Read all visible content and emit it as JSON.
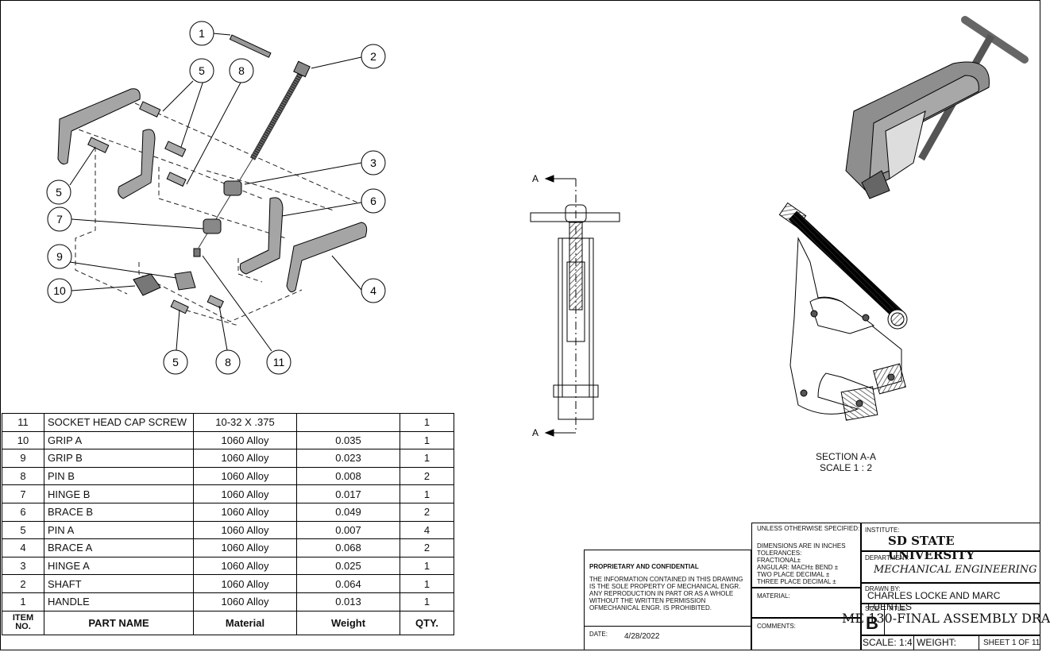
{
  "bom": {
    "rows": [
      {
        "item": "11",
        "name": "SOCKET HEAD CAP SCREW",
        "material": "10-32 X .375",
        "weight": "",
        "qty": "1"
      },
      {
        "item": "10",
        "name": "GRIP A",
        "material": "1060 Alloy",
        "weight": "0.035",
        "qty": "1"
      },
      {
        "item": "9",
        "name": "GRIP B",
        "material": "1060 Alloy",
        "weight": "0.023",
        "qty": "1"
      },
      {
        "item": "8",
        "name": "PIN B",
        "material": "1060 Alloy",
        "weight": "0.008",
        "qty": "2"
      },
      {
        "item": "7",
        "name": "HINGE B",
        "material": "1060 Alloy",
        "weight": "0.017",
        "qty": "1"
      },
      {
        "item": "6",
        "name": "BRACE B",
        "material": "1060 Alloy",
        "weight": "0.049",
        "qty": "2"
      },
      {
        "item": "5",
        "name": "PIN A",
        "material": "1060 Alloy",
        "weight": "0.007",
        "qty": "4"
      },
      {
        "item": "4",
        "name": "BRACE A",
        "material": "1060 Alloy",
        "weight": "0.068",
        "qty": "2"
      },
      {
        "item": "3",
        "name": "HINGE A",
        "material": "1060 Alloy",
        "weight": "0.025",
        "qty": "1"
      },
      {
        "item": "2",
        "name": "SHAFT",
        "material": "1060 Alloy",
        "weight": "0.064",
        "qty": "1"
      },
      {
        "item": "1",
        "name": "HANDLE",
        "material": "1060 Alloy",
        "weight": "0.013",
        "qty": "1"
      }
    ],
    "header": {
      "item": "ITEM NO.",
      "name": "PART NAME",
      "material": "Material",
      "weight": "Weight",
      "qty": "QTY."
    }
  },
  "balloons": [
    "1",
    "2",
    "3",
    "4",
    "5",
    "5",
    "5",
    "6",
    "7",
    "8",
    "8",
    "9",
    "10",
    "11"
  ],
  "section": {
    "label": "SECTION A-A",
    "scale": "SCALE 1 : 2",
    "cut_letter": "A"
  },
  "title_block": {
    "proprietary_title": "PROPRIETARY AND CONFIDENTIAL",
    "proprietary_text": "THE INFORMATION CONTAINED IN THIS DRAWING IS THE SOLE PROPERTY OF MECHANICAL ENGR. ANY REPRODUCTION IN PART OR AS A WHOLE WITHOUT THE WRITTEN PERMISSION OFMECHANICAL ENGR. IS PROHIBITED.",
    "date_label": "DATE:",
    "date": "4/28/2022",
    "unless": "UNLESS OTHERWISE SPECIFIED:",
    "dims": "DIMENSIONS ARE IN INCHES",
    "tolerances": "TOLERANCES:",
    "fractional": "FRACTIONAL±",
    "angular": "ANGULAR: MACH±    BEND ±",
    "two_place": "TWO PLACE DECIMAL    ±",
    "three_place": "THREE PLACE DECIMAL  ±",
    "material_label": "MATERIAL:",
    "comments_label": "COMMENTS:",
    "institute_label": "INSTITUTE:",
    "institute": "SD STATE UNIVERSITY",
    "department_label": "DEPARTMENT:",
    "department": "MECHANICAL ENGINEERING",
    "drawn_by_label": "DRAWN BY:",
    "drawn_by": "CHARLES LOCKE AND MARC FUENTES",
    "size_label": "SIZE:",
    "size": "B",
    "title_label": "TITLE:",
    "title": "ME 130-FINAL ASSEMBLY DRA",
    "scale": "SCALE: 1:4",
    "weight_label": "WEIGHT:",
    "sheet": "SHEET 1 OF 11"
  }
}
